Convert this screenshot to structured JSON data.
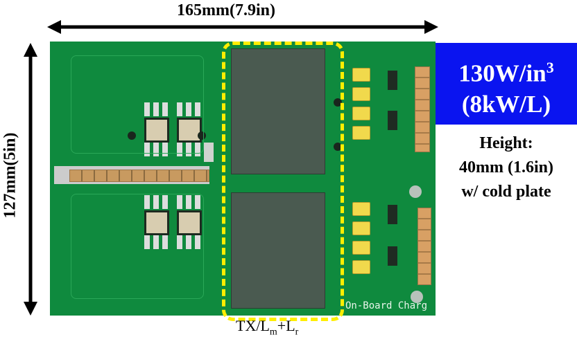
{
  "dimensions": {
    "width_label": "165mm(7.9in)",
    "height_label": "127mm(5in)"
  },
  "highlight": {
    "label_main": "TX/L",
    "label_sub1": "m",
    "label_plus": "+L",
    "label_sub2": "r",
    "color": "#ffee00"
  },
  "density_box": {
    "line1_main": "130W/in",
    "line1_sup": "3",
    "line2": "(8kW/L)",
    "background": "#0a14f0"
  },
  "height_note": {
    "line1": "Height:",
    "line2": "40mm (1.6in)",
    "line3": "w/ cold plate"
  },
  "board": {
    "silkscreen": "On-Board Charg",
    "pcb_color": "#0f8a3e"
  }
}
